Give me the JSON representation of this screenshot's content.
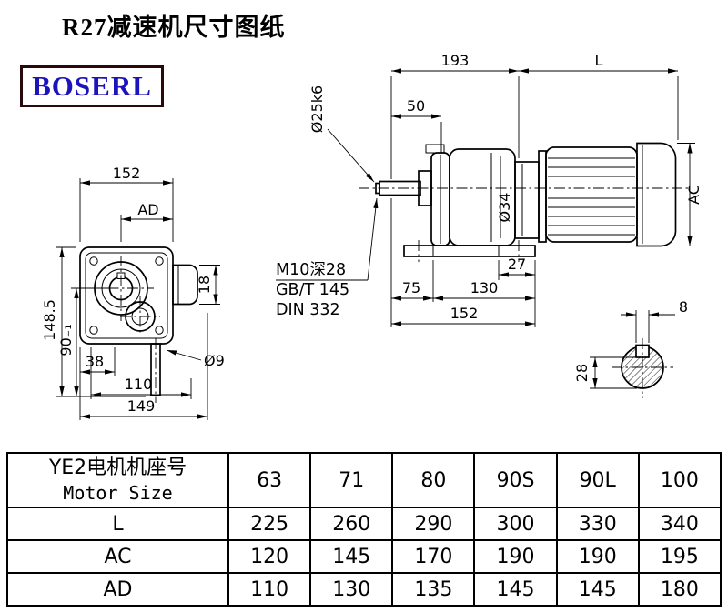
{
  "title": "R27减速机尺寸图纸",
  "logo": "BOSERL",
  "front_view": {
    "dim_width_top": "152",
    "dim_ad": "AD",
    "dim_height_total": "148.5",
    "dim_center_height": "90₋₁",
    "dim_38": "38",
    "dim_110": "110",
    "dim_149": "149",
    "dim_18": "18",
    "dim_hole": "Ø9"
  },
  "side_view": {
    "dim_193": "193",
    "dim_l": "L",
    "dim_50": "50",
    "dim_shaft": "Ø25k6",
    "note_line1": "M10深28",
    "note_line2": "GB/T 145",
    "note_line3": "DIN 332",
    "dim_dia34": "Ø34",
    "dim_27": "27",
    "dim_75": "75",
    "dim_130": "130",
    "dim_152": "152",
    "dim_ac": "AC"
  },
  "shaft_view": {
    "dim_key_width": "8",
    "dim_28": "28"
  },
  "table": {
    "header_cn": "YE2电机机座号",
    "header_en": "Motor Size",
    "sizes": [
      "63",
      "71",
      "80",
      "90S",
      "90L",
      "100"
    ],
    "rows": [
      {
        "label": "L",
        "values": [
          "225",
          "260",
          "290",
          "300",
          "330",
          "340"
        ]
      },
      {
        "label": "AC",
        "values": [
          "120",
          "145",
          "170",
          "190",
          "190",
          "195"
        ]
      },
      {
        "label": "AD",
        "values": [
          "110",
          "130",
          "135",
          "145",
          "145",
          "180"
        ]
      }
    ]
  }
}
